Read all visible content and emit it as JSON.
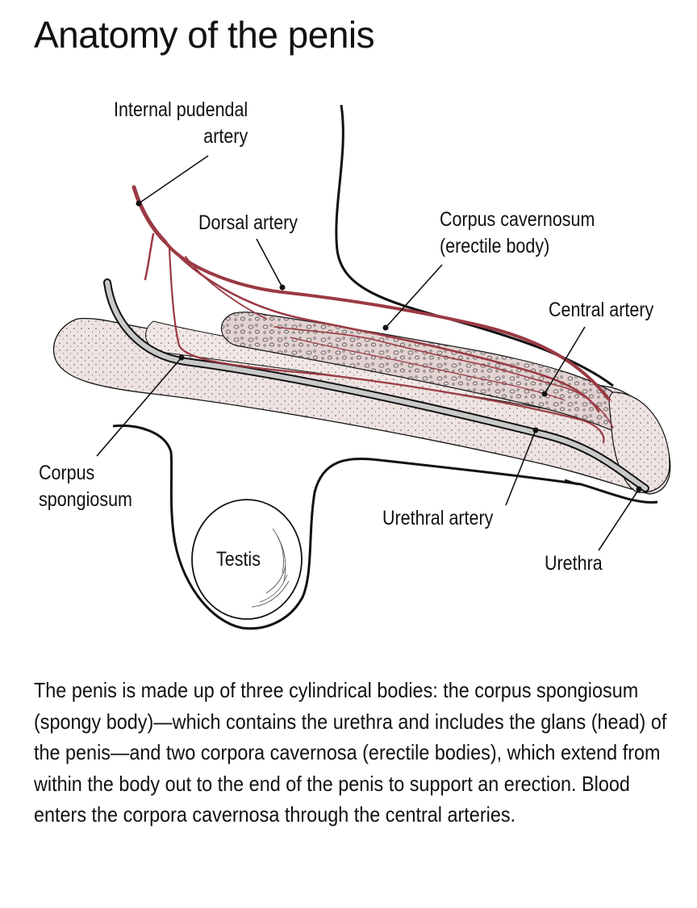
{
  "title": "Anatomy of the penis",
  "labels": {
    "internal_pudendal_artery": "Internal pudendal\nartery",
    "dorsal_artery": "Dorsal artery",
    "corpus_cavernosum": "Corpus cavernosum\n(erectile body)",
    "central_artery": "Central artery",
    "corpus_spongiosum": "Corpus\nspongiosum",
    "urethral_artery": "Urethral artery",
    "testis": "Testis",
    "urethra": "Urethra"
  },
  "caption": "The penis is made up of three cylindrical bodies: the corpus spongiosum (spongy body)—which contains the urethra and includes the glans (head) of the penis—and two corpora cavernosa (erectile bodies), which extend from within the body out to the end of the penis to support an erection. Blood enters the corpora cavernosa through the central arteries.",
  "colors": {
    "artery": "#9b3a44",
    "tissue_fill": "#eee3e1",
    "cavernosum_fill": "#e2d3d2",
    "outline": "#111111",
    "urethra_fill": "#c9c9c9"
  }
}
